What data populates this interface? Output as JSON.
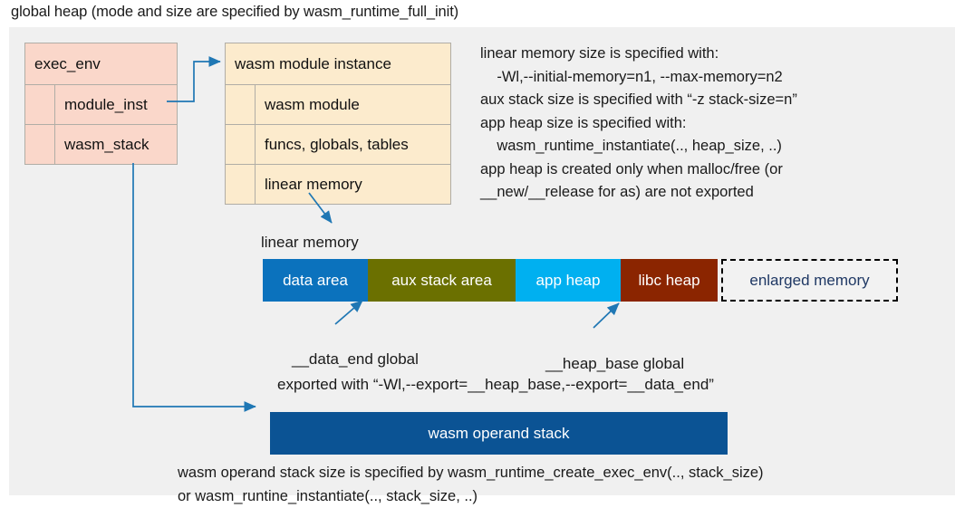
{
  "title": "global heap (mode and size are specified by wasm_runtime_full_init)",
  "colors": {
    "canvas": "#f0f0f0",
    "exec_env_fill": "#fad7ca",
    "module_inst_fill": "#fcebcd",
    "box_border": "#b0ada6",
    "connector": "#1f77b4",
    "data_area": "#0b72bd",
    "aux_stack_area": "#6b7000",
    "app_heap": "#00b0f0",
    "libc_heap": "#8b2500",
    "enlarged_memory_fill": "#f2f2f2",
    "enlarged_memory_text": "#1f3864",
    "operand_stack": "#0b5394"
  },
  "exec_env": {
    "header": "exec_env",
    "rows": [
      {
        "label": "module_inst"
      },
      {
        "label": "wasm_stack"
      }
    ]
  },
  "module_instance": {
    "header": "wasm module instance",
    "rows": [
      {
        "label": "wasm module"
      },
      {
        "label": "funcs, globals, tables"
      },
      {
        "label": "linear memory"
      }
    ]
  },
  "notes_right": "linear memory size is specified with:\n    -Wl,--initial-memory=n1, --max-memory=n2\naux stack size is specified with “-z stack-size=n”\napp heap size is specified with:\n    wasm_runtime_instantiate(.., heap_size, ..)\napp heap is created only when malloc/free (or\n__new/__release for as) are not exported",
  "linear_memory": {
    "label": "linear memory",
    "segments": [
      {
        "label": "data area",
        "color": "#0b72bd",
        "width": 116,
        "dashed": false
      },
      {
        "label": "aux stack area",
        "color": "#6b7000",
        "width": 163,
        "dashed": false
      },
      {
        "label": "app heap",
        "color": "#00b0f0",
        "width": 116,
        "dashed": false
      },
      {
        "label": "libc heap",
        "color": "#8b2500",
        "width": 107,
        "dashed": false
      },
      {
        "label": "enlarged memory",
        "color": "#f2f2f2",
        "width": 195,
        "dashed": true
      }
    ]
  },
  "annotations": {
    "data_end": "__data_end global",
    "heap_base": "__heap_base global",
    "exported": "exported with “-Wl,--export=__heap_base,--export=__data_end”"
  },
  "operand_stack": {
    "label": "wasm operand stack"
  },
  "notes_bottom": "wasm operand stack size is specified by wasm_runtime_create_exec_env(.., stack_size)\nor wasm_runtine_instantiate(.., stack_size, ..)"
}
